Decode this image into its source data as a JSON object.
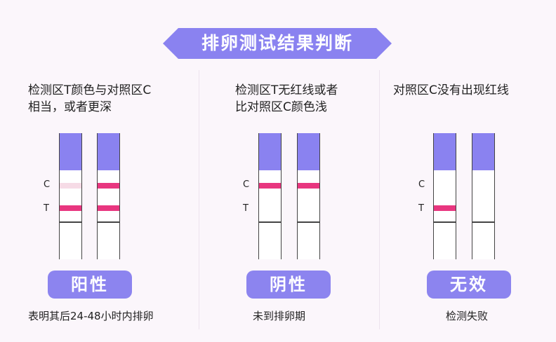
{
  "title": "排卵测试结果判断",
  "colors": {
    "strip_cap": "#8a82f0",
    "line_strong": "#e8367f",
    "line_faint": "#f6dbe6",
    "pill": "#8c84ef",
    "banner": "#8a82f0"
  },
  "panels": [
    {
      "description": [
        "检测区T颜色与对照区C",
        "相当，或者更深"
      ],
      "c_label": "C",
      "t_label": "T",
      "strips": [
        {
          "c_line": "faint",
          "t_line": "strong"
        },
        {
          "c_line": "strong",
          "t_line": "strong"
        }
      ],
      "result": "阳性",
      "note": "表明其后24-48小时内排卵"
    },
    {
      "description": [
        "检测区T无红线或者",
        "比对照区C颜色浅"
      ],
      "c_label": "C",
      "t_label": "T",
      "strips": [
        {
          "c_line": "strong",
          "t_line": "none"
        },
        {
          "c_line": "strong",
          "t_line": "none"
        }
      ],
      "result": "阴性",
      "note": "未到排卵期"
    },
    {
      "description": [
        "对照区C没有出现红线"
      ],
      "c_label": "C",
      "t_label": "T",
      "strips": [
        {
          "c_line": "none",
          "t_line": "strong"
        },
        {
          "c_line": "none",
          "t_line": "none"
        }
      ],
      "result": "无效",
      "note": "检测失败"
    }
  ]
}
